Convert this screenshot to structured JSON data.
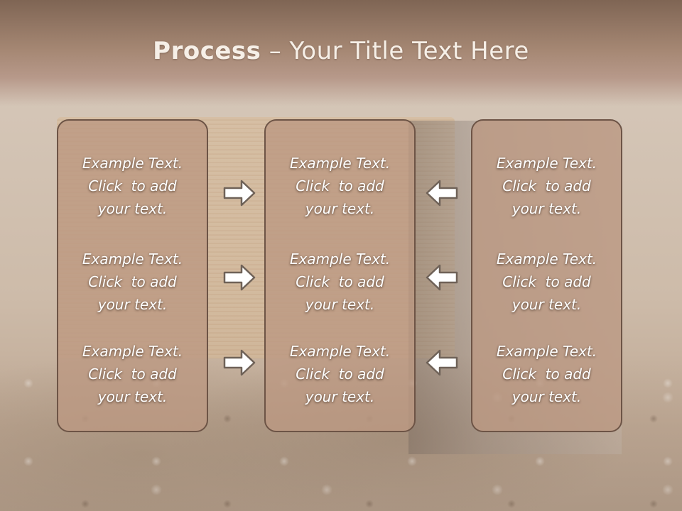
{
  "slide": {
    "title_bold": "Process",
    "title_dash": " – ",
    "title_rest": "Your Title Text Here"
  },
  "panels": [
    {
      "items": [
        {
          "line1": "Example Text.",
          "line2": "Click  to add",
          "line3": "your text."
        },
        {
          "line1": "Example Text.",
          "line2": "Click  to add",
          "line3": "your text."
        },
        {
          "line1": "Example Text.",
          "line2": "Click  to add",
          "line3": "your text."
        }
      ]
    },
    {
      "items": [
        {
          "line1": "Example Text.",
          "line2": "Click  to add",
          "line3": "your text."
        },
        {
          "line1": "Example Text.",
          "line2": "Click  to add",
          "line3": "your text."
        },
        {
          "line1": "Example Text.",
          "line2": "Click  to add",
          "line3": "your text."
        }
      ]
    },
    {
      "items": [
        {
          "line1": "Example Text.",
          "line2": "Click  to add",
          "line3": "your text."
        },
        {
          "line1": "Example Text.",
          "line2": "Click  to add",
          "line3": "your text."
        },
        {
          "line1": "Example Text.",
          "line2": "Click  to add",
          "line3": "your text."
        }
      ]
    }
  ],
  "arrows": {
    "left_group_direction": "right",
    "right_group_direction": "left",
    "icon_right": "arrow-right-icon",
    "icon_left": "arrow-left-icon"
  },
  "colors": {
    "title_band": "#a58773",
    "panel_fill": "#bb9882",
    "panel_border": "#6d5446",
    "arrow_fill": "#ffffff",
    "arrow_stroke": "#6f6258",
    "text": "#ffffff"
  }
}
